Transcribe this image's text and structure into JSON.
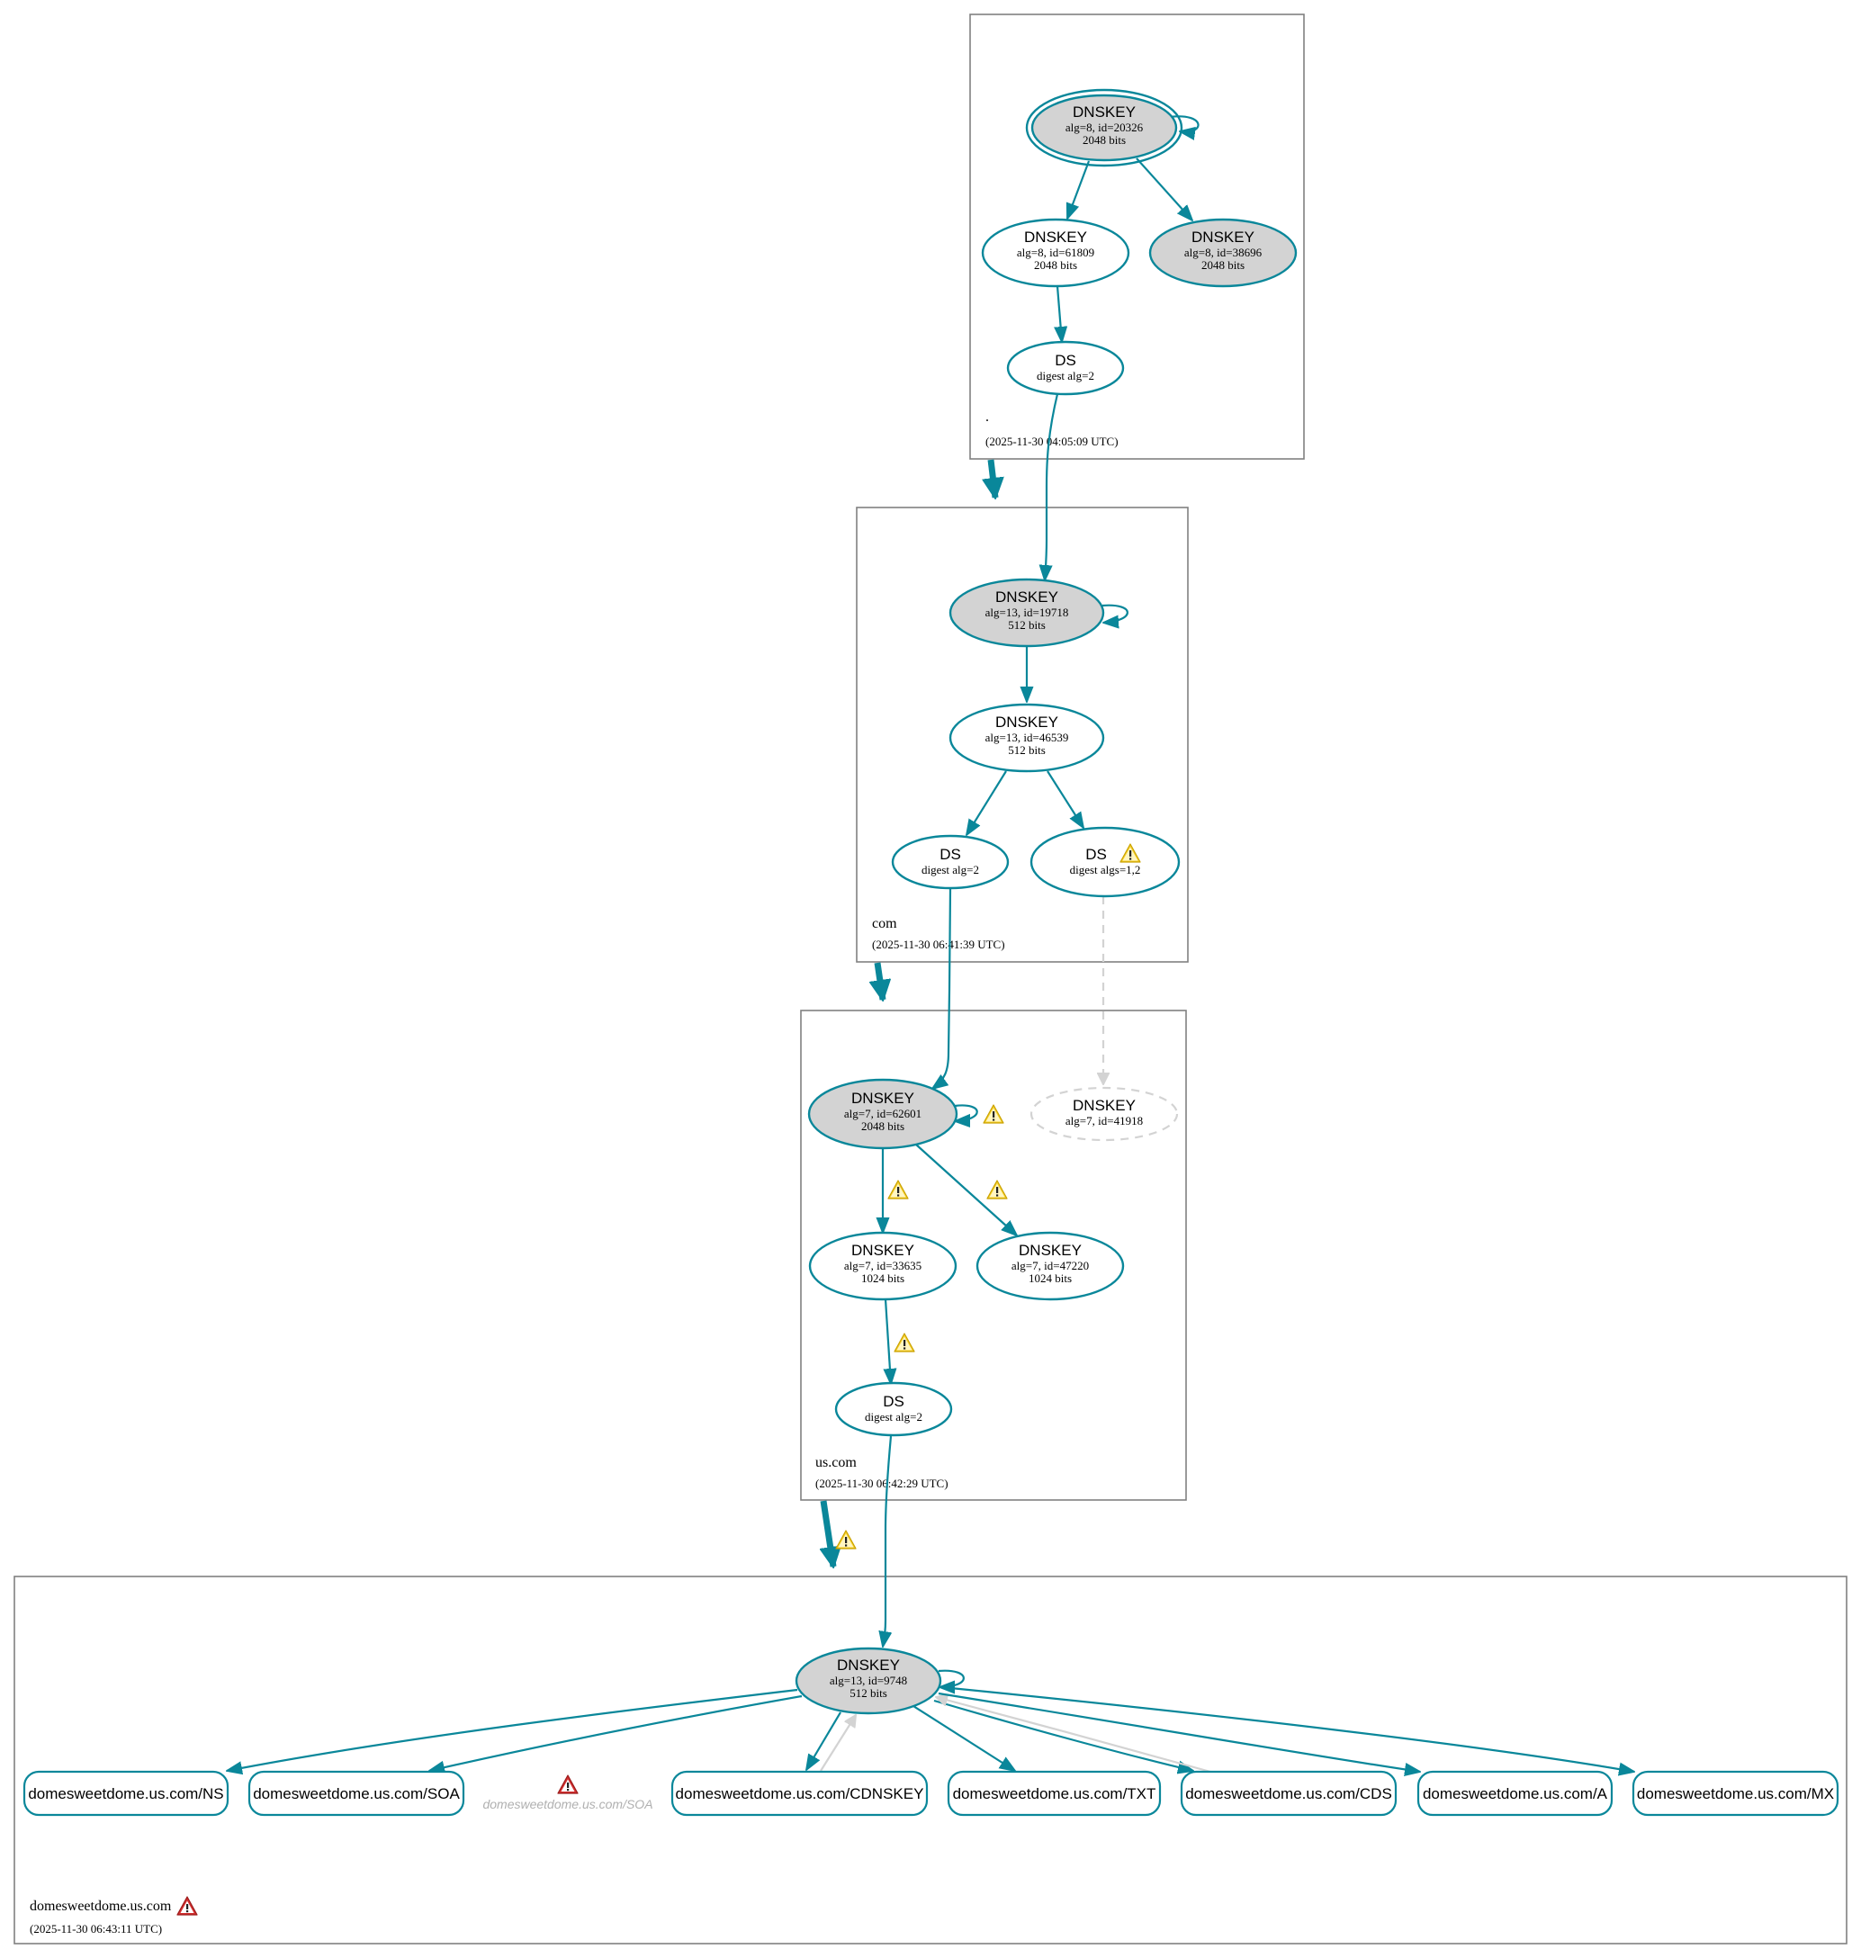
{
  "diagram": {
    "title": "DNSSEC authentication chain for domesweetdome.us.com",
    "colors": {
      "edge": "#0a879a",
      "ksk_fill": "#d3d3d3",
      "zsk_fill": "#ffffff",
      "missing": "#d3d3d3",
      "warning": "#f5c518",
      "error": "#c62828"
    },
    "zones": [
      {
        "id": "root",
        "name": ".",
        "timestamp": "(2025-11-30 04:05:09 UTC)",
        "nodes": [
          {
            "id": "root_k20326",
            "type": "DNSKEY",
            "title": "DNSKEY",
            "line1": "alg=8, id=20326",
            "line2": "2048 bits",
            "fill": "ksk",
            "trust_anchor": true
          },
          {
            "id": "root_k61809",
            "type": "DNSKEY",
            "title": "DNSKEY",
            "line1": "alg=8, id=61809",
            "line2": "2048 bits",
            "fill": "zsk"
          },
          {
            "id": "root_k38696",
            "type": "DNSKEY",
            "title": "DNSKEY",
            "line1": "alg=8, id=38696",
            "line2": "2048 bits",
            "fill": "ksk"
          },
          {
            "id": "root_ds",
            "type": "DS",
            "title": "DS",
            "line1": "digest alg=2",
            "line2": ""
          }
        ]
      },
      {
        "id": "com",
        "name": "com",
        "timestamp": "(2025-11-30 06:41:39 UTC)",
        "nodes": [
          {
            "id": "com_k19718",
            "type": "DNSKEY",
            "title": "DNSKEY",
            "line1": "alg=13, id=19718",
            "line2": "512 bits",
            "fill": "ksk"
          },
          {
            "id": "com_k46539",
            "type": "DNSKEY",
            "title": "DNSKEY",
            "line1": "alg=13, id=46539",
            "line2": "512 bits",
            "fill": "zsk"
          },
          {
            "id": "com_ds1",
            "type": "DS",
            "title": "DS",
            "line1": "digest alg=2",
            "line2": ""
          },
          {
            "id": "com_ds2",
            "type": "DS",
            "title": "DS",
            "line1": "digest algs=1,2",
            "line2": "",
            "warning": true
          }
        ]
      },
      {
        "id": "uscom",
        "name": "us.com",
        "timestamp": "(2025-11-30 06:42:29 UTC)",
        "nodes": [
          {
            "id": "us_k62601",
            "type": "DNSKEY",
            "title": "DNSKEY",
            "line1": "alg=7, id=62601",
            "line2": "2048 bits",
            "fill": "ksk",
            "warning": true
          },
          {
            "id": "us_k41918",
            "type": "DNSKEY",
            "title": "DNSKEY",
            "line1": "alg=7, id=41918",
            "line2": "",
            "fill": "missing"
          },
          {
            "id": "us_k33635",
            "type": "DNSKEY",
            "title": "DNSKEY",
            "line1": "alg=7, id=33635",
            "line2": "1024 bits",
            "fill": "zsk"
          },
          {
            "id": "us_k47220",
            "type": "DNSKEY",
            "title": "DNSKEY",
            "line1": "alg=7, id=47220",
            "line2": "1024 bits",
            "fill": "zsk"
          },
          {
            "id": "us_ds",
            "type": "DS",
            "title": "DS",
            "line1": "digest alg=2",
            "line2": ""
          }
        ]
      },
      {
        "id": "domesweetdome",
        "name": "domesweetdome.us.com",
        "timestamp": "(2025-11-30 06:43:11 UTC)",
        "error": true,
        "nodes": [
          {
            "id": "d_k9748",
            "type": "DNSKEY",
            "title": "DNSKEY",
            "line1": "alg=13, id=9748",
            "line2": "512 bits",
            "fill": "ksk"
          }
        ],
        "rrsets": [
          {
            "id": "rr_ns",
            "label": "domesweetdome.us.com/NS"
          },
          {
            "id": "rr_soa",
            "label": "domesweetdome.us.com/SOA"
          },
          {
            "id": "rr_cdnskey",
            "label": "domesweetdome.us.com/CDNSKEY"
          },
          {
            "id": "rr_txt",
            "label": "domesweetdome.us.com/TXT"
          },
          {
            "id": "rr_cds",
            "label": "domesweetdome.us.com/CDS"
          },
          {
            "id": "rr_a",
            "label": "domesweetdome.us.com/A"
          },
          {
            "id": "rr_mx",
            "label": "domesweetdome.us.com/MX"
          }
        ],
        "ghost_rrset": {
          "label": "domesweetdome.us.com/SOA",
          "error": true
        }
      }
    ],
    "edges": [
      {
        "from": "root_k20326",
        "to": "root_k20326",
        "kind": "self-sign"
      },
      {
        "from": "root_k20326",
        "to": "root_k61809",
        "kind": "sign"
      },
      {
        "from": "root_k20326",
        "to": "root_k38696",
        "kind": "sign"
      },
      {
        "from": "root_k61809",
        "to": "root_ds",
        "kind": "sign"
      },
      {
        "from": "root_ds",
        "to": "com_k19718",
        "kind": "digest"
      },
      {
        "from": "root",
        "to": "com",
        "kind": "delegation"
      },
      {
        "from": "com_k19718",
        "to": "com_k19718",
        "kind": "self-sign"
      },
      {
        "from": "com_k19718",
        "to": "com_k46539",
        "kind": "sign"
      },
      {
        "from": "com_k46539",
        "to": "com_ds1",
        "kind": "sign"
      },
      {
        "from": "com_k46539",
        "to": "com_ds2",
        "kind": "sign"
      },
      {
        "from": "com_ds1",
        "to": "us_k62601",
        "kind": "digest"
      },
      {
        "from": "com_ds2",
        "to": "us_k41918",
        "kind": "digest-missing"
      },
      {
        "from": "com",
        "to": "uscom",
        "kind": "delegation"
      },
      {
        "from": "us_k62601",
        "to": "us_k62601",
        "kind": "self-sign",
        "warning": true
      },
      {
        "from": "us_k62601",
        "to": "us_k33635",
        "kind": "sign",
        "warning": true
      },
      {
        "from": "us_k62601",
        "to": "us_k47220",
        "kind": "sign",
        "warning": true
      },
      {
        "from": "us_k33635",
        "to": "us_ds",
        "kind": "sign",
        "warning": true
      },
      {
        "from": "uscom",
        "to": "domesweetdome",
        "kind": "delegation",
        "warning": true
      },
      {
        "from": "us_ds",
        "to": "d_k9748",
        "kind": "digest"
      },
      {
        "from": "d_k9748",
        "to": "d_k9748",
        "kind": "self-sign"
      },
      {
        "from": "d_k9748",
        "to": "rr_ns",
        "kind": "sign"
      },
      {
        "from": "d_k9748",
        "to": "rr_soa",
        "kind": "sign"
      },
      {
        "from": "d_k9748",
        "to": "rr_cdnskey",
        "kind": "sign"
      },
      {
        "from": "rr_cdnskey",
        "to": "d_k9748",
        "kind": "match"
      },
      {
        "from": "d_k9748",
        "to": "rr_txt",
        "kind": "sign"
      },
      {
        "from": "d_k9748",
        "to": "rr_cds",
        "kind": "sign"
      },
      {
        "from": "rr_cds",
        "to": "d_k9748",
        "kind": "match"
      },
      {
        "from": "d_k9748",
        "to": "rr_a",
        "kind": "sign"
      },
      {
        "from": "d_k9748",
        "to": "rr_mx",
        "kind": "sign"
      }
    ]
  }
}
